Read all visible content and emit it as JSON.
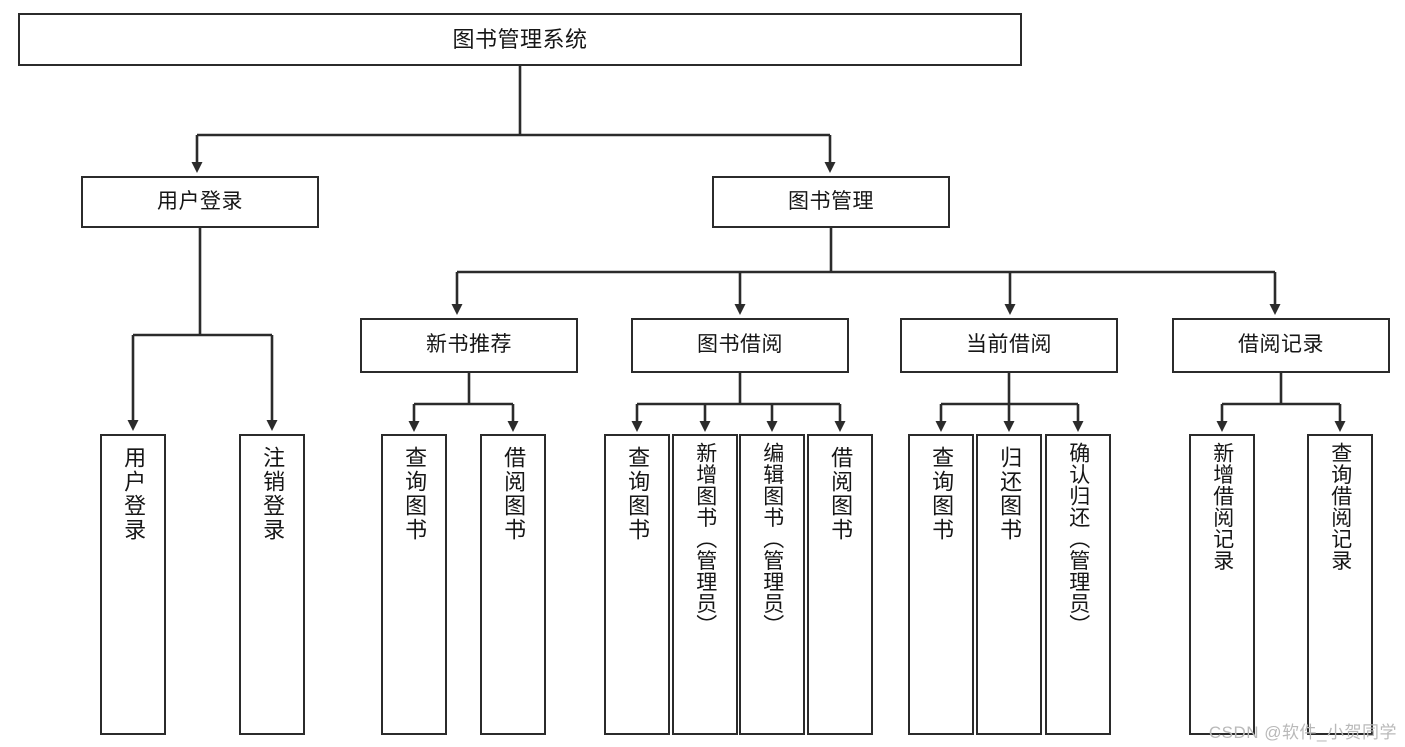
{
  "diagram": {
    "type": "tree-hierarchy-diagram",
    "title": "图书管理系统",
    "background_color": "#ffffff",
    "stroke_color": "#2b2b2b",
    "text_color": "#161616",
    "root": {
      "label": "图书管理系统"
    },
    "level1": [
      {
        "id": "user-login",
        "label": "用户登录"
      },
      {
        "id": "book-manage",
        "label": "图书管理"
      }
    ],
    "level2": [
      {
        "id": "new-book-rec",
        "label": "新书推荐"
      },
      {
        "id": "book-borrow",
        "label": "图书借阅"
      },
      {
        "id": "current-borrow",
        "label": "当前借阅"
      },
      {
        "id": "borrow-record",
        "label": "借阅记录"
      }
    ],
    "leaves": [
      {
        "id": "leaf-user-login",
        "label": "用户登录",
        "parent": "user-login"
      },
      {
        "id": "leaf-logout-login",
        "label": "注销登录",
        "parent": "user-login"
      },
      {
        "id": "leaf-query-book-1",
        "label": "查询图书",
        "parent": "new-book-rec"
      },
      {
        "id": "leaf-borrow-book-1",
        "label": "借阅图书",
        "parent": "new-book-rec"
      },
      {
        "id": "leaf-query-book-2",
        "label": "查询图书",
        "parent": "book-borrow"
      },
      {
        "id": "leaf-add-book",
        "label": "新增图书（管理员）",
        "parent": "book-borrow"
      },
      {
        "id": "leaf-edit-book",
        "label": "编辑图书（管理员）",
        "parent": "book-borrow"
      },
      {
        "id": "leaf-borrow-book-2",
        "label": "借阅图书",
        "parent": "book-borrow"
      },
      {
        "id": "leaf-query-book-3",
        "label": "查询图书",
        "parent": "current-borrow"
      },
      {
        "id": "leaf-return-book",
        "label": "归还图书",
        "parent": "current-borrow"
      },
      {
        "id": "leaf-confirm-return",
        "label": "确认归还（管理员）",
        "parent": "current-borrow"
      },
      {
        "id": "leaf-add-record",
        "label": "新增借阅记录",
        "parent": "borrow-record"
      },
      {
        "id": "leaf-query-record",
        "label": "查询借阅记录",
        "parent": "borrow-record"
      }
    ]
  },
  "watermark": {
    "text": "CSDN @软件_小贺同学"
  }
}
